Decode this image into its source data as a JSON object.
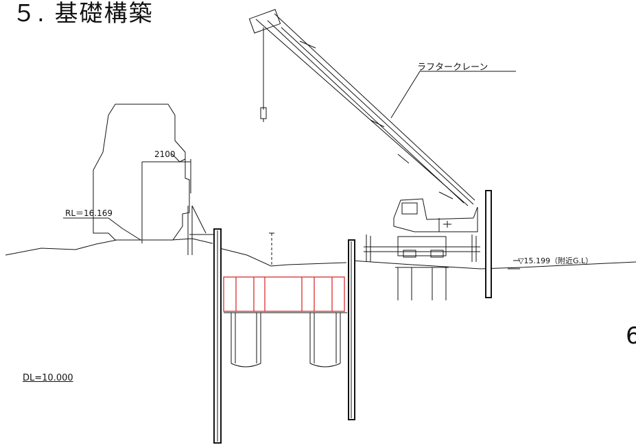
{
  "title": "５. 基礎構築",
  "labels": {
    "crane": "ラフタークレーン",
    "dimension": "2100",
    "rail_level": "RL＝16.169",
    "ground_level": "▽15.199（附近G.L）",
    "datum_level": "DL=10.000",
    "page_fragment": "6"
  },
  "colors": {
    "line": "#111111",
    "formwork": "#d81b1b"
  }
}
